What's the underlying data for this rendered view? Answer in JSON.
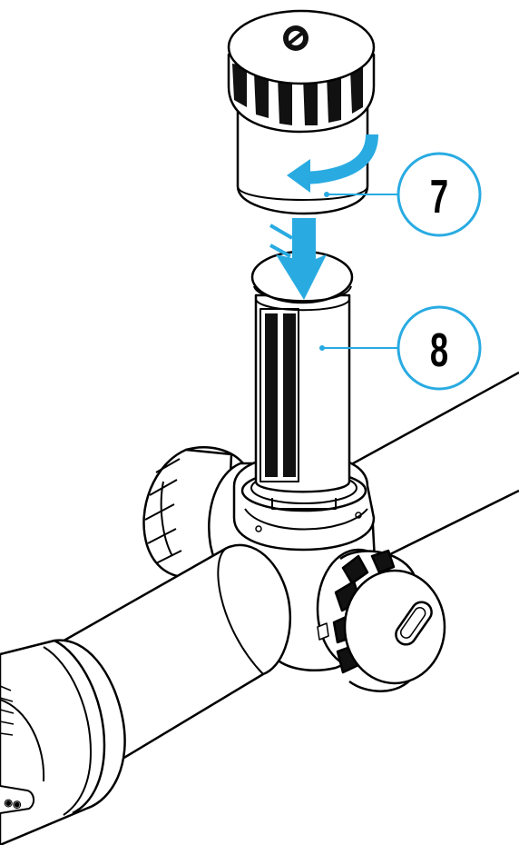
{
  "callouts": [
    {
      "label": "7",
      "part": "battery-cover"
    },
    {
      "label": "8",
      "part": "battery"
    }
  ],
  "colors": {
    "accent": "#29abe2",
    "outline": "#000000",
    "fill_light": "#ffffff",
    "fill_dark": "#111111",
    "shade": "#d9d9d9"
  },
  "icons": {
    "rotate_arrow": "curved-arrow-icon",
    "insert_arrow": "down-arrow-icon",
    "logo": "brand-logo-icon"
  }
}
